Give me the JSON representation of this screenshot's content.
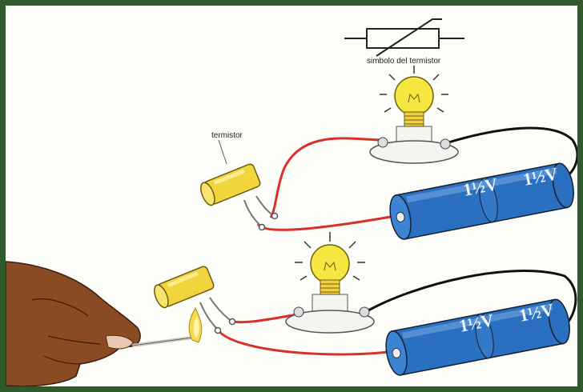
{
  "labels": {
    "symbol_caption": "simbolo del termistor",
    "thermistor": "termistor"
  },
  "battery_label": "1½V",
  "colors": {
    "frame": "#2f5a2c",
    "background": "#fdfdf9",
    "wire_red": "#d8302a",
    "wire_black": "#111111",
    "battery_blue": "#2a6fc0",
    "bulb_yellow": "#f5e640",
    "thermistor_yellow": "#f0d63c",
    "skin": "#8a4a24",
    "flame": "#f4d94a"
  },
  "icons": {
    "thermistor_symbol": "thermistor-symbol-icon",
    "bulb": "light-bulb-icon",
    "battery": "battery-icon",
    "hand": "hand-icon",
    "match_flame": "flame-icon"
  }
}
